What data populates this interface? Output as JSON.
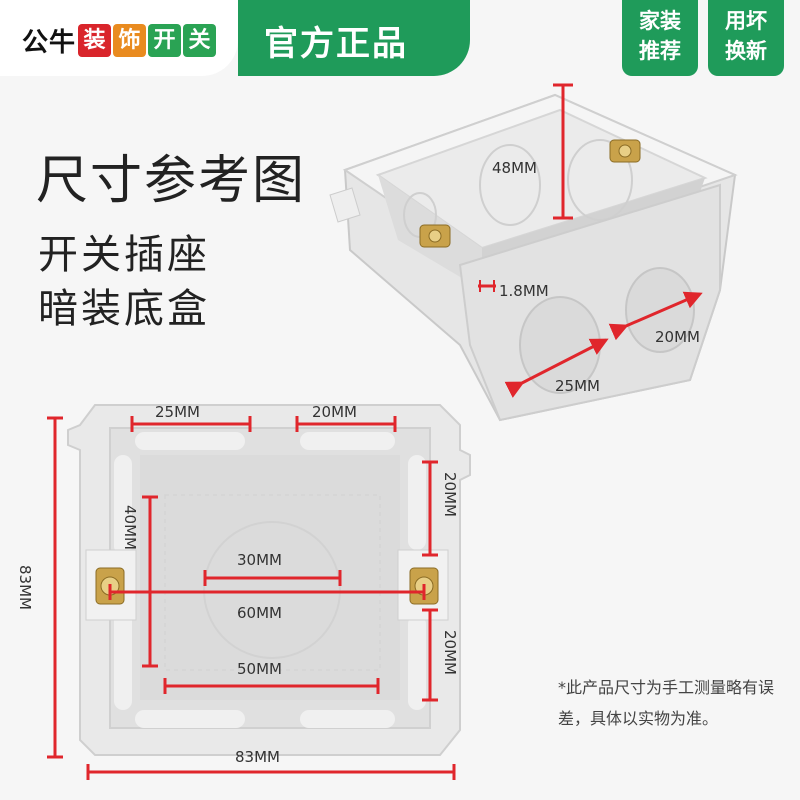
{
  "header": {
    "brand_gn": "公牛",
    "brand_chips": [
      "装",
      "饰",
      "开",
      "关"
    ],
    "brand_chip_colors": [
      "#d9252b",
      "#e98b1f",
      "#2aa354",
      "#2aa354"
    ],
    "official": "官方正品",
    "tags": [
      {
        "line1": "家装",
        "line2": "推荐"
      },
      {
        "line1": "用坏",
        "line2": "换新"
      }
    ],
    "green": "#1f9b5a"
  },
  "title": "尺寸参考图",
  "subtitle_lines": [
    "开关插座",
    "暗装底盒"
  ],
  "dimensions": {
    "top_view": {
      "height": "48MM",
      "wall": "1.8MM",
      "knockout_small": "20MM",
      "knockout_large": "25MM"
    },
    "front_view": {
      "top_left": "25MM",
      "top_right": "20MM",
      "right_top": "20MM",
      "right_bottom": "20MM",
      "left_inner": "40MM",
      "center_small": "30MM",
      "center_large": "60MM",
      "bottom_inner": "50MM",
      "outer_height": "83MM",
      "outer_width": "83MM"
    }
  },
  "note": "*此产品尺寸为手工测量略有误差，具体以实物为准。",
  "marker_color": "#e0262c"
}
